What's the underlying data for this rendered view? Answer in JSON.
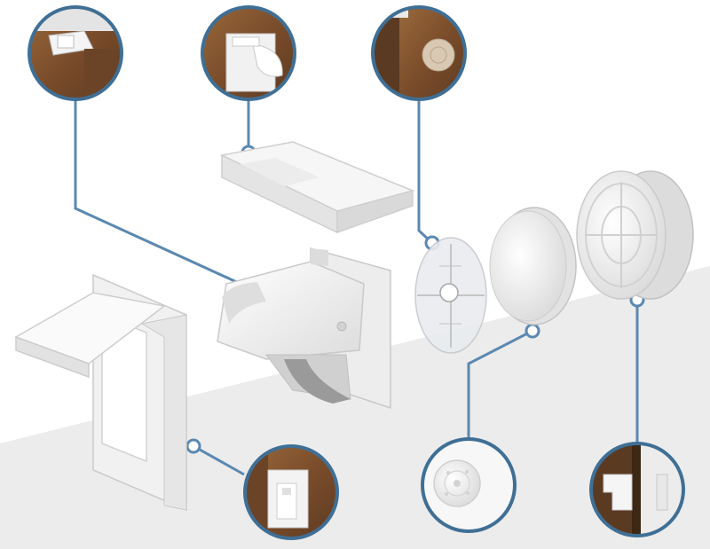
{
  "image": {
    "subject": "magnetic-cabinet-lock-kit-exploded-view",
    "colors": {
      "background": "#ffffff",
      "floor": "#ececec",
      "callout_line": "#5b88b1",
      "callout_ring": "#3f6f95",
      "wood_dark": "#5b3a22",
      "wood_mid": "#8a5a33",
      "wood_light": "#b07a45",
      "plastic": "#f4f4f4",
      "plastic_shade": "#d6d6d6",
      "plastic_edge": "#bdbdbd"
    },
    "components": [
      "latch-mount-frame",
      "latch-bracket",
      "hinged-cover-plate",
      "adhesive-sticker",
      "round-pad",
      "magnetic-key"
    ],
    "callouts": [
      "latch-mounted-closeup",
      "cover-plate-closeup",
      "sticker-on-door-closeup",
      "magnet-pad-closeup",
      "frame-on-cabinet-closeup",
      "installed-lock-closeup"
    ]
  }
}
